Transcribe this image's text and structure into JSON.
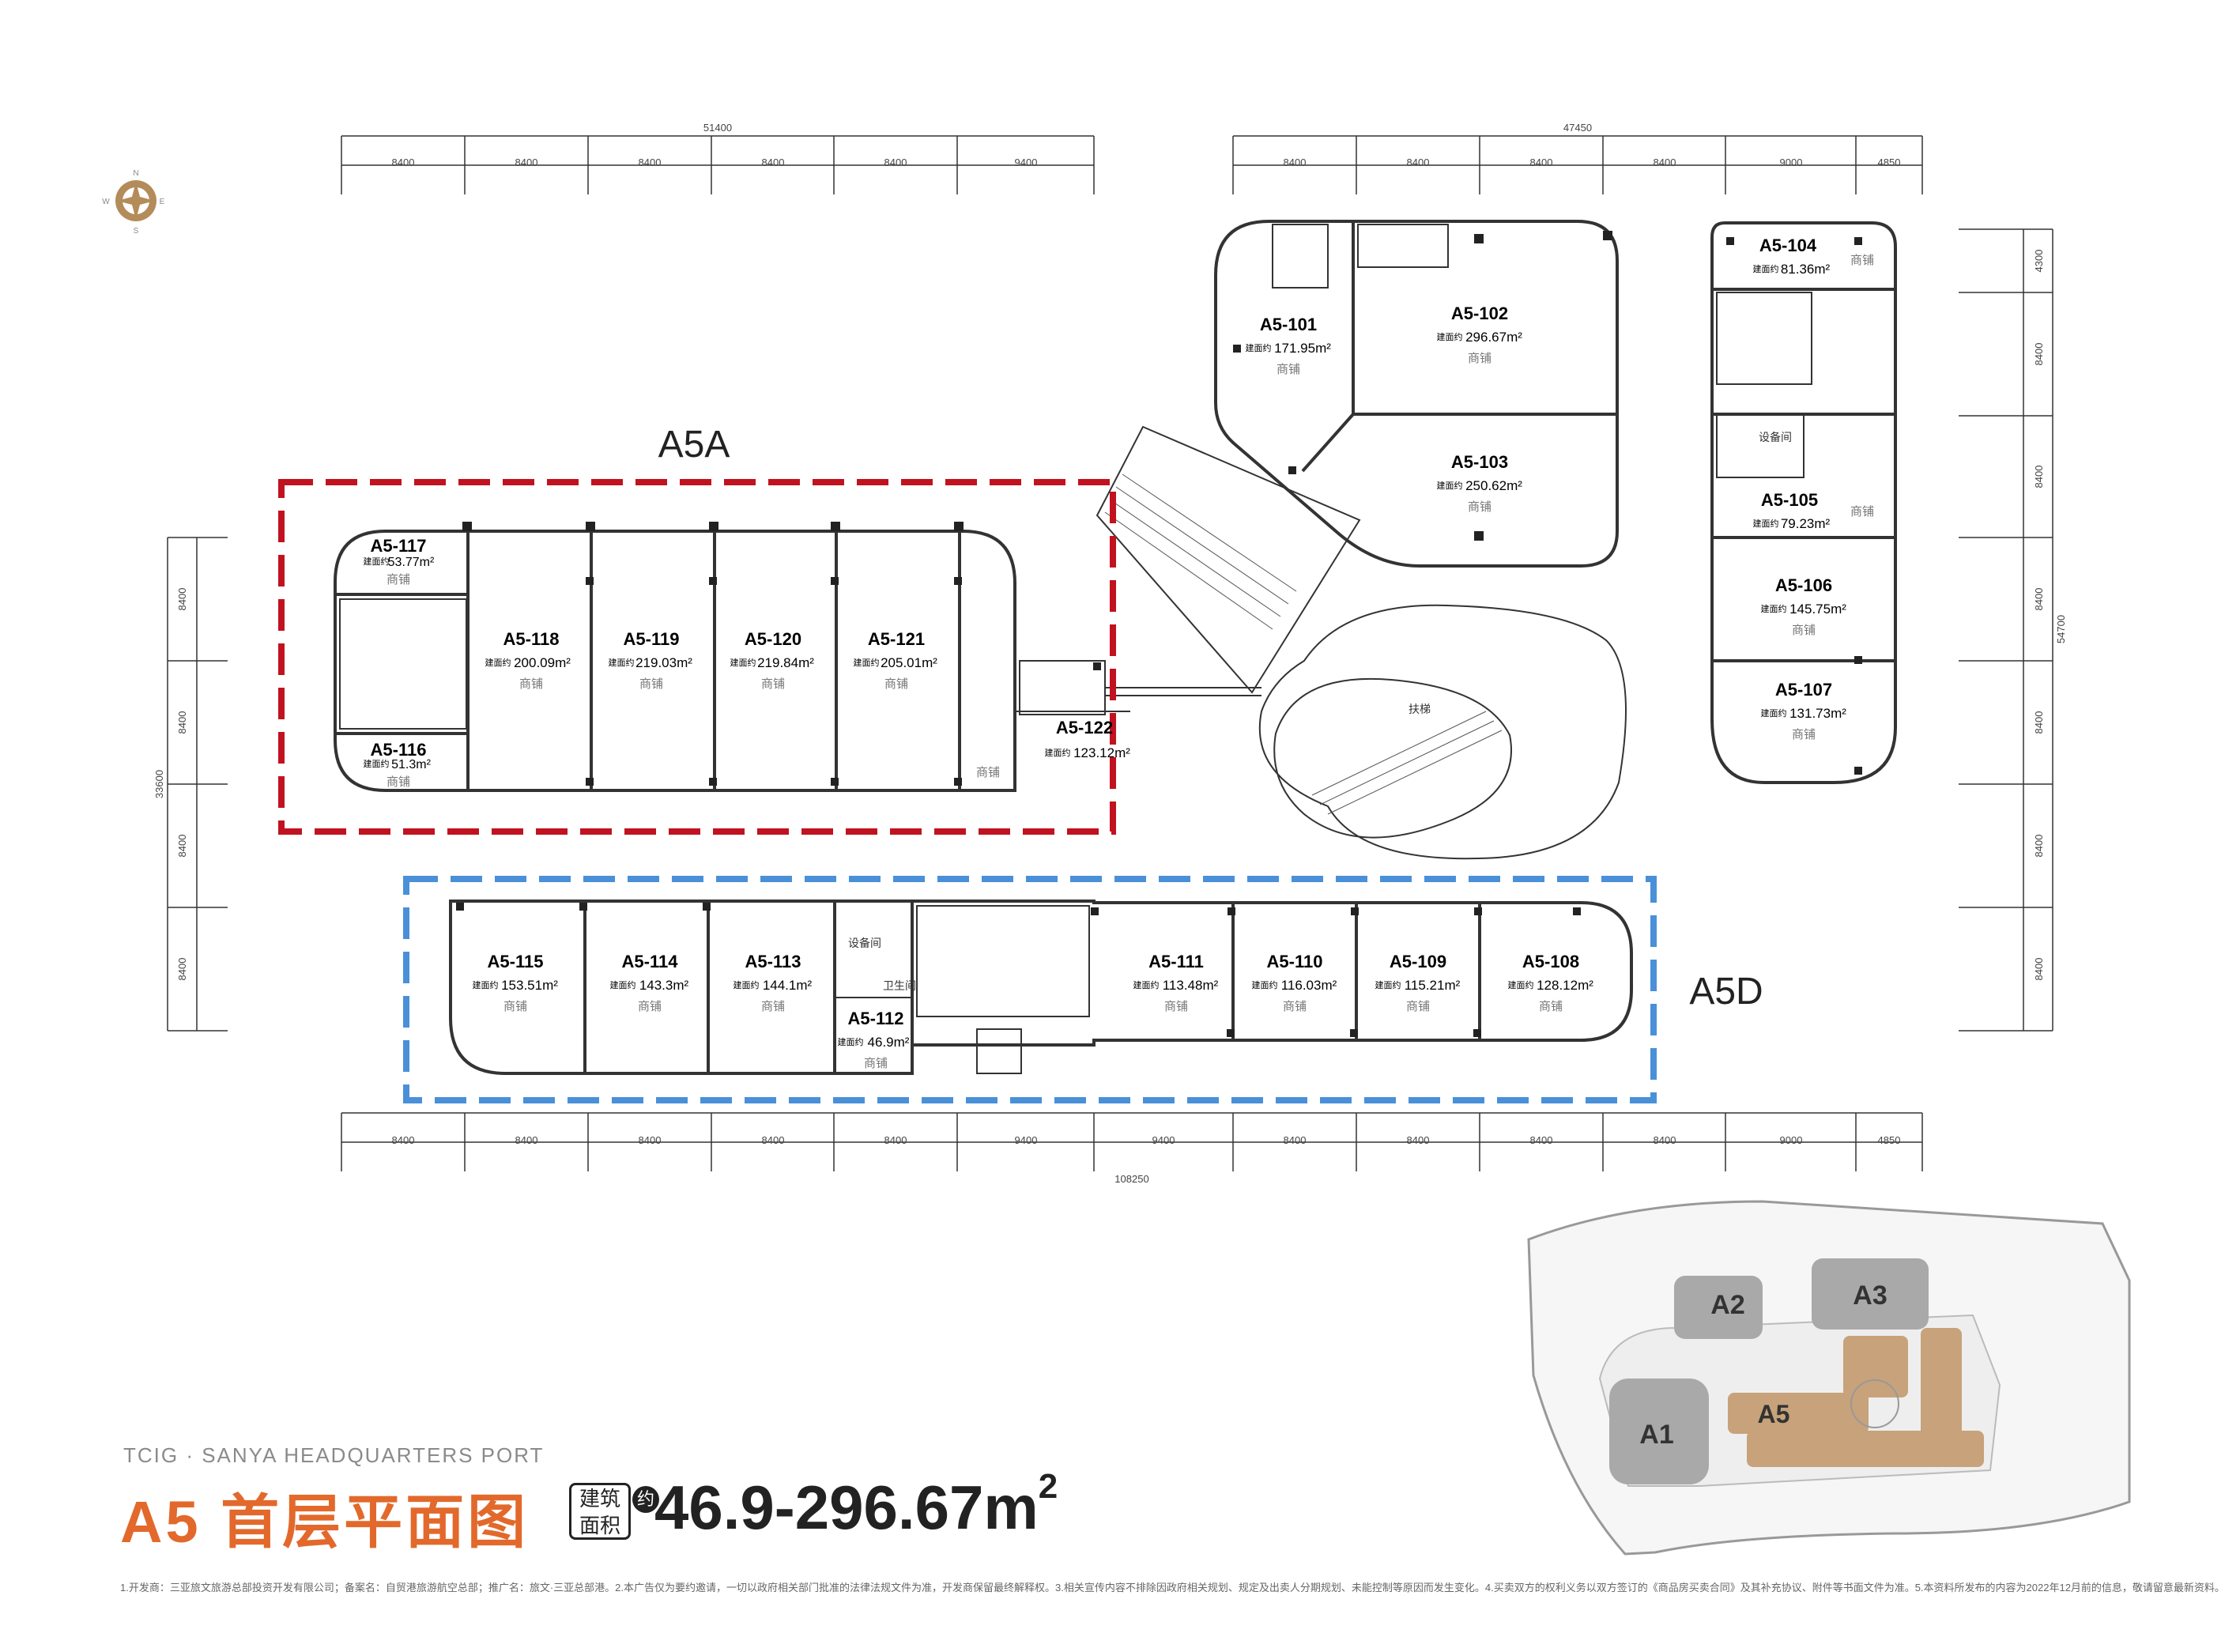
{
  "colors": {
    "accent": "#e2692b",
    "a5a_frame": "#c1121f",
    "a5d_frame": "#4a90d9",
    "keymap_building": "#c8a27a",
    "keymap_gray": "#a9a9a9",
    "compass": "#b48c5a"
  },
  "compass": {
    "n": "N",
    "s": "S",
    "e": "E",
    "w": "W"
  },
  "zones": {
    "a5a": "A5A",
    "a5d": "A5D"
  },
  "dims": {
    "top_left_total": "51400",
    "top_left": [
      "8400",
      "8400",
      "8400",
      "8400",
      "8400",
      "9400"
    ],
    "top_right_total": "47450",
    "top_right": [
      "8400",
      "8400",
      "8400",
      "8400",
      "9000",
      "4850"
    ],
    "bottom": [
      "8400",
      "8400",
      "8400",
      "8400",
      "8400",
      "9400",
      "9400",
      "8400",
      "8400",
      "8400",
      "8400",
      "9000",
      "4850"
    ],
    "bottom_total": "108250",
    "left_total": "33600",
    "left": [
      "8400",
      "8400",
      "8400",
      "8400"
    ],
    "right_total": "54700",
    "right": [
      "4300",
      "8400",
      "8400",
      "8400",
      "8400",
      "8400",
      "8400"
    ]
  },
  "area_prefix": "建面约",
  "shop_label": "商铺",
  "units": {
    "u101": {
      "name": "A5-101",
      "area": "171.95m²"
    },
    "u102": {
      "name": "A5-102",
      "area": "296.67m²"
    },
    "u103": {
      "name": "A5-103",
      "area": "250.62m²"
    },
    "u104": {
      "name": "A5-104",
      "area": "81.36m²"
    },
    "u105": {
      "name": "A5-105",
      "area": "79.23m²"
    },
    "u106": {
      "name": "A5-106",
      "area": "145.75m²"
    },
    "u107": {
      "name": "A5-107",
      "area": "131.73m²"
    },
    "u108": {
      "name": "A5-108",
      "area": "128.12m²"
    },
    "u109": {
      "name": "A5-109",
      "area": "115.21m²"
    },
    "u110": {
      "name": "A5-110",
      "area": "116.03m²"
    },
    "u111": {
      "name": "A5-111",
      "area": "113.48m²"
    },
    "u112": {
      "name": "A5-112",
      "area": "46.9m²"
    },
    "u113": {
      "name": "A5-113",
      "area": "144.1m²"
    },
    "u114": {
      "name": "A5-114",
      "area": "143.3m²"
    },
    "u115": {
      "name": "A5-115",
      "area": "153.51m²"
    },
    "u116": {
      "name": "A5-116",
      "area": "51.3m²"
    },
    "u117": {
      "name": "A5-117",
      "area": "53.77m²"
    },
    "u118": {
      "name": "A5-118",
      "area": "200.09m²"
    },
    "u119": {
      "name": "A5-119",
      "area": "219.03m²"
    },
    "u120": {
      "name": "A5-120",
      "area": "219.84m²"
    },
    "u121": {
      "name": "A5-121",
      "area": "205.01m²"
    },
    "u122": {
      "name": "A5-122",
      "area": "123.12m²"
    }
  },
  "rooms": {
    "equipment": "设备间",
    "toilet": "卫生间",
    "escalator": "扶梯"
  },
  "keymap": {
    "a1": "A1",
    "a2": "A2",
    "a3": "A3",
    "a5": "A5"
  },
  "brand": "TCIG · SANYA HEADQUARTERS PORT",
  "title": "A5 首层平面图",
  "area_box": {
    "line1": "建筑",
    "line2": "面积"
  },
  "approx": "约",
  "area_range": "46.9-296.67m",
  "area_sup": "2",
  "disclaimer": "1.开发商：三亚旅文旅游总部投资开发有限公司；备案名：自贸港旅游航空总部；推广名：旅文·三亚总部港。2.本广告仅为要约邀请，一切以政府相关部门批准的法律法规文件为准，开发商保留最终解释权。3.相关宣传内容不排除因政府相关规划、规定及出卖人分期规划、未能控制等原因而发生变化。4.买卖双方的权利义务以双方签订的《商品房买卖合同》及其补充协议、附件等书面文件为准。5.本资料所发布的内容为2022年12月前的信息，敬请留意最新资料。"
}
